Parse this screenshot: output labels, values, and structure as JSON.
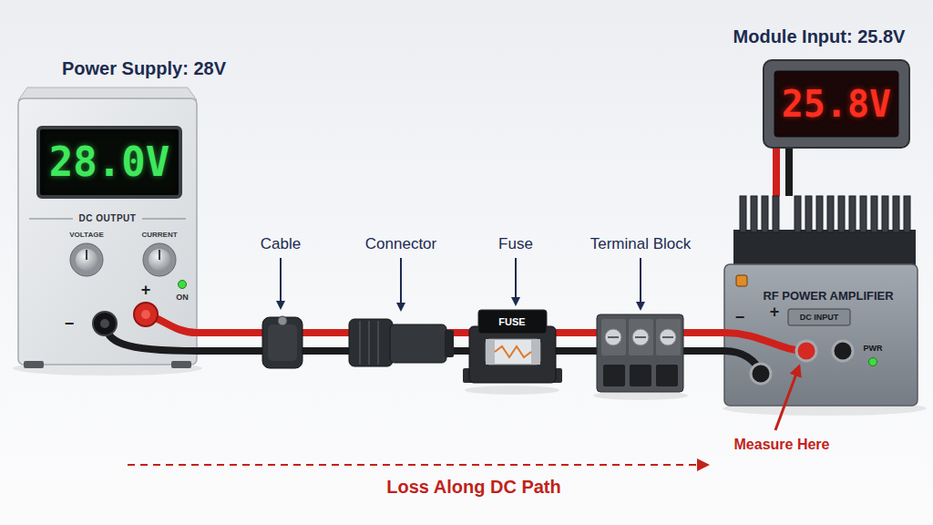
{
  "diagram": {
    "nodes": [
      {
        "text": [
          "Power Supply: 28V",
          "DC OUTPUT"
        ]
      },
      {
        "text": [
          "28.0V"
        ],
        "in": 0
      },
      {
        "text": [
          "FUSE"
        ]
      },
      {
        "text": [
          "Module Input: 25.8V",
          "25.8V"
        ]
      },
      {
        "text": [
          "RF POWER AMPLIFIER",
          "DC INPUT"
        ]
      }
    ],
    "edges": [
      {
        "from": 0,
        "to": 2,
        "arrow": "none"
      },
      {
        "from": 2,
        "to": 4,
        "arrow": "none"
      },
      {
        "from": 3,
        "to": 4,
        "arrow": "none"
      }
    ],
    "labels": [
      "Cable",
      "Connector",
      "Fuse",
      "Terminal Block",
      "VOLTAGE",
      "CURRENT",
      "−",
      "+",
      "ON",
      "+",
      "−",
      "PWR",
      "Measure Here",
      "Loss Along DC Path"
    ]
  }
}
